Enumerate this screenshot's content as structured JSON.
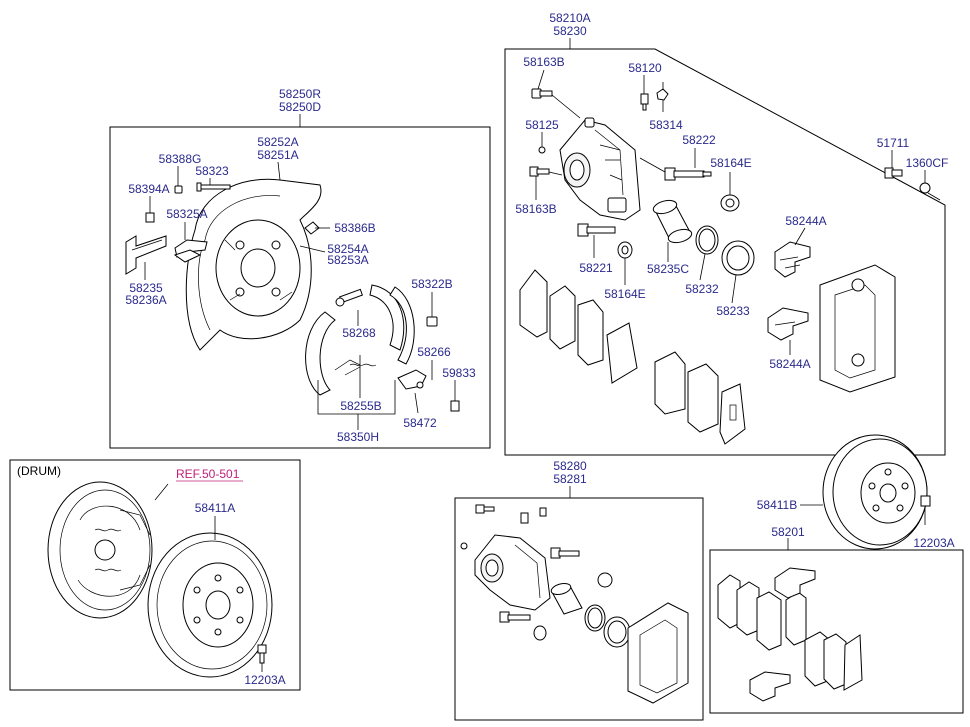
{
  "labels": {
    "l58210A": "58210A",
    "l58230": "58230",
    "l58163B_1": "58163B",
    "l58120": "58120",
    "l58125": "58125",
    "l58314": "58314",
    "l58222": "58222",
    "l58164E_1": "58164E",
    "l58163B_2": "58163B",
    "l58221": "58221",
    "l58164E_2": "58164E",
    "l58235C": "58235C",
    "l58232": "58232",
    "l58233": "58233",
    "l58244A_1": "58244A",
    "l58244A_2": "58244A",
    "l51711": "51711",
    "l1360CF": "1360CF",
    "l58250R": "58250R",
    "l58250D": "58250D",
    "l58252A": "58252A",
    "l58251A": "58251A",
    "l58388G": "58388G",
    "l58323": "58323",
    "l58394A": "58394A",
    "l58325A": "58325A",
    "l58386B": "58386B",
    "l58254A": "58254A",
    "l58253A": "58253A",
    "l58322B": "58322B",
    "l58235": "58235",
    "l58236A": "58236A",
    "l58268": "58268",
    "l58266": "58266",
    "l59833": "59833",
    "l58255B": "58255B",
    "l58472": "58472",
    "l58350H": "58350H",
    "l_drum": "(DRUM)",
    "l_ref": "REF.50-501",
    "l58411A": "58411A",
    "l12203A_1": "12203A",
    "l58280": "58280",
    "l58281": "58281",
    "l58411B": "58411B",
    "l12203A_2": "12203A",
    "l58201": "58201"
  },
  "colors": {
    "label": "#2a2a8c",
    "ref_label": "#c0207a",
    "line": "#000000"
  }
}
